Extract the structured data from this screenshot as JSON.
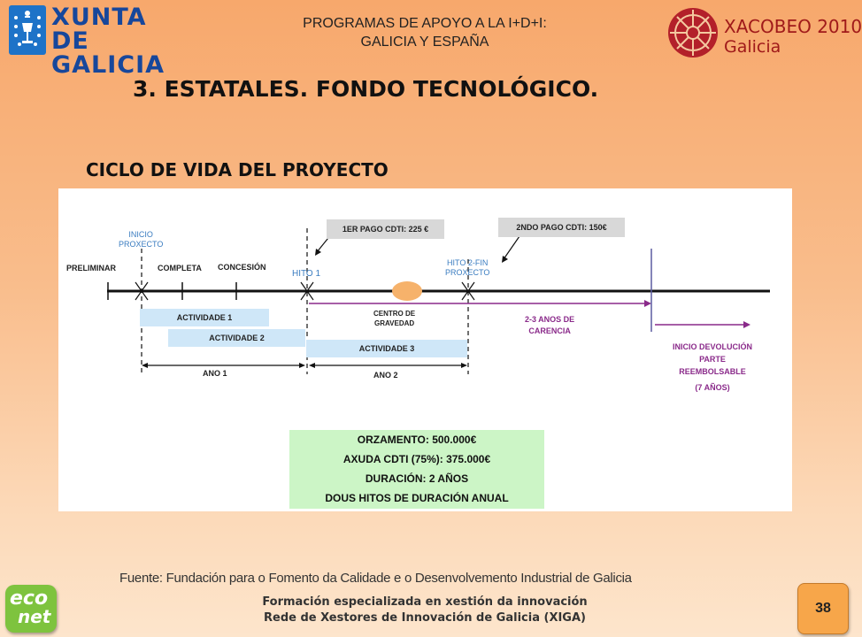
{
  "header": {
    "left_logo_text": [
      "XUNTA",
      "DE GALICIA"
    ],
    "title_line1": "PROGRAMAS DE APOYO A LA I+D+I:",
    "title_line2": "GALICIA Y ESPAÑA",
    "right_logo_line1": "XACOBEO 2010",
    "right_logo_line2": "Galicia"
  },
  "main_title": "3. ESTATALES. FONDO TECNOLÓGICO.",
  "section_title": "CICLO DE VIDA DEL PROYECTO",
  "diagram": {
    "inicio_proxecto": [
      "INICIO",
      "PROXECTO"
    ],
    "phases": [
      "PRELIMINAR",
      "COMPLETA",
      "CONCESIÓN"
    ],
    "hito1": "HITO 1",
    "hito2_fin": [
      "HITO 2-FIN",
      "PROXECTO"
    ],
    "pago1": "1ER PAGO CDTI: 225 €",
    "pago2": "2NDO PAGO CDTI: 150€",
    "centro_gravedad": [
      "CENTRO DE",
      "GRAVEDAD"
    ],
    "actividades": [
      "ACTIVIDADE 1",
      "ACTIVIDADE 2",
      "ACTIVIDADE 3"
    ],
    "ano1": "ANO 1",
    "ano2": "ANO 2",
    "carencia": [
      "2-3 ANOS DE",
      "CARENCIA"
    ],
    "devolucion": [
      "INICIO DEVOLUCIÓN",
      "PARTE",
      "REEMBOLSABLE",
      "(7 AÑOS)"
    ],
    "colors": {
      "timeline": "#111111",
      "purple": "#8a2a8a",
      "activity": "#cfe7f8",
      "hito_blue": "#3a7cc0",
      "gravity_oval": "#f6b26b"
    }
  },
  "budget": {
    "lines": [
      "ORZAMENTO: 500.000€",
      "AXUDA CDTI (75%): 375.000€",
      "DURACIÓN: 2 AÑOS",
      "DOUS HITOS DE DURACIÓN ANUAL"
    ]
  },
  "source": "Fuente: Fundación para o Fomento da Calidade e o Desenvolvemento Industrial de Galicia",
  "footer": {
    "logo_text": [
      "eco",
      "net"
    ],
    "line1": "Formación especializada en xestión da innovación",
    "line2": "Rede de Xestores de Innovación de Galicia (XIGA)",
    "page_number": "38"
  }
}
